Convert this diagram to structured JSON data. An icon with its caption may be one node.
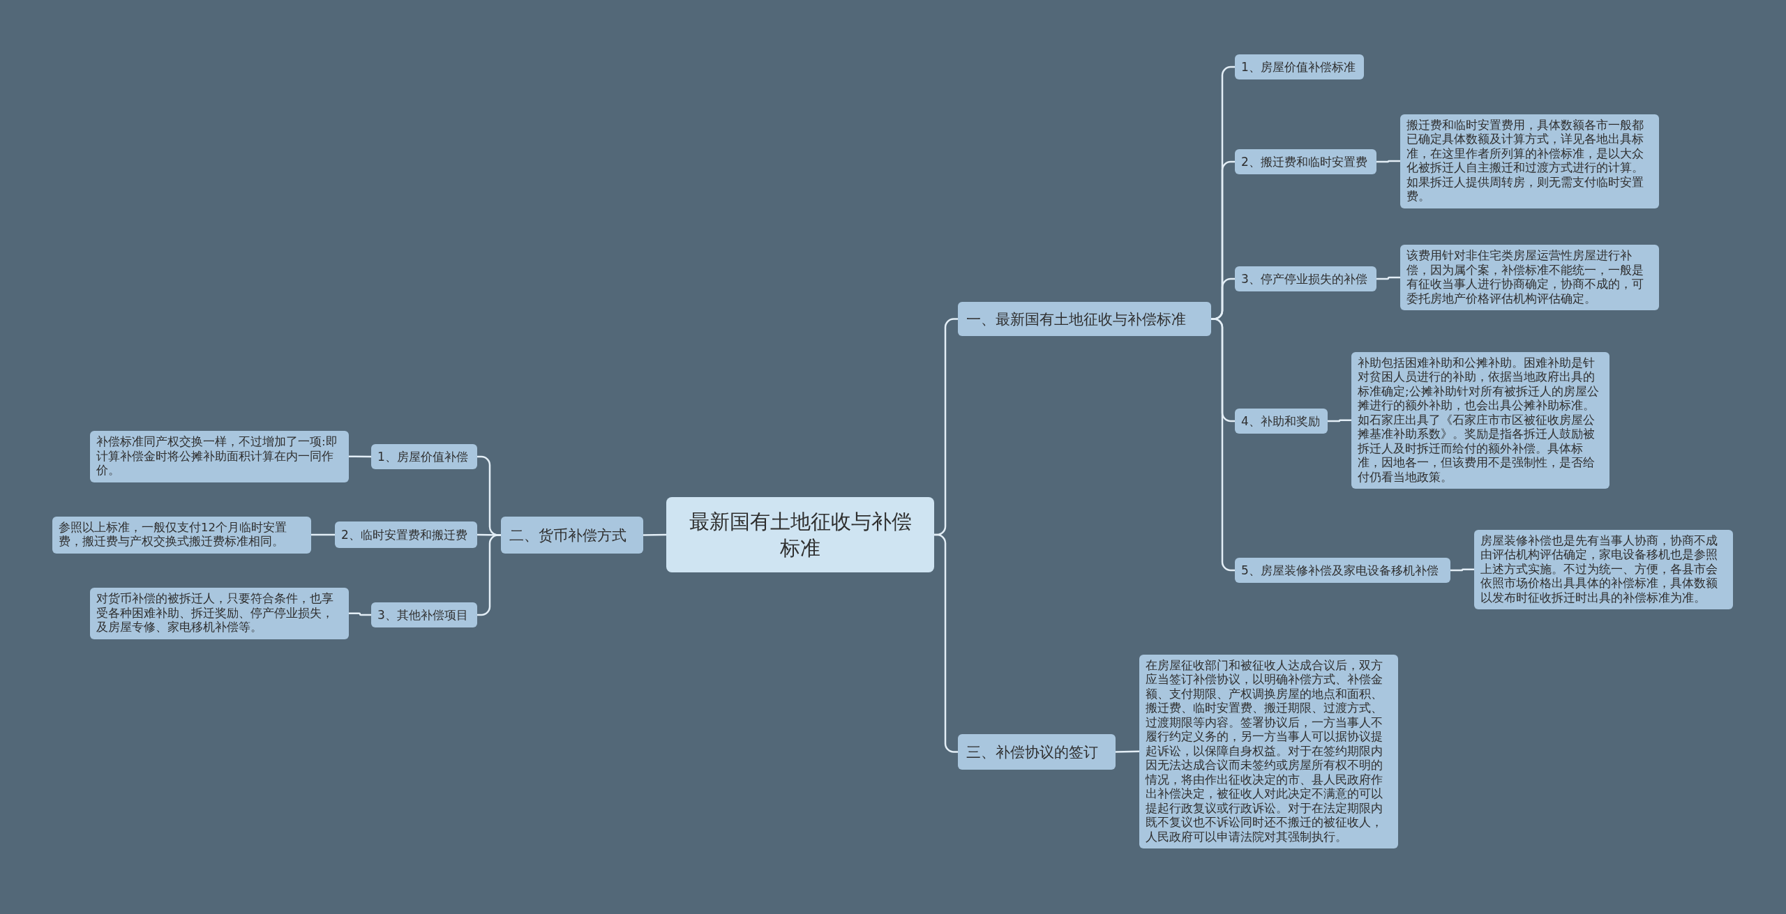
{
  "diagram": {
    "nodes": [
      {
        "text": [
          "最新国有土地征收与补偿标准"
        ]
      },
      {
        "text": [
          "一、最新国有土地征收与补偿标准"
        ]
      },
      {
        "text": [
          "1、房屋价值补偿标准"
        ]
      },
      {
        "text": [
          "2、搬迁费和临时安置费"
        ]
      },
      {
        "text": [
          "搬迁费和临时安置费用，具体数额各市一般都已确定具体数额及计算方式，详见各地出具标准，在这里作者所列算的补偿标准，是以大众化被拆迁人自主搬迁和过渡方式进行的计算。如果拆迁人提供周转房，则无需支付临时安置费。"
        ]
      },
      {
        "text": [
          "3、停产停业损失的补偿"
        ]
      },
      {
        "text": [
          "该费用针对非住宅类房屋运营性房屋进行补偿，因为属个案，补偿标准不能统一，一般是有征收当事人进行协商确定，协商不成的，可委托房地产价格评估机构评估确定。"
        ]
      },
      {
        "text": [
          "4、补助和奖励"
        ]
      },
      {
        "text": [
          "补助包括困难补助和公摊补助。困难补助是针对贫困人员进行的补助，依据当地政府出具的标准确定;公摊补助针对所有被拆迁人的房屋公摊进行的额外补助，也会出具公摊补助标准。如石家庄出具了《石家庄市市区被征收房屋公摊基准补助系数》。奖励是指各拆迁人鼓励被拆迁人及时拆迁而给付的额外补偿。具体标准，因地各一，但该费用不是强制性，是否给付仍看当地政策。"
        ]
      },
      {
        "text": [
          "5、房屋装修补偿及家电设备移机补偿"
        ]
      },
      {
        "text": [
          "房屋装修补偿也是先有当事人协商，协商不成由评估机构评估确定，家电设备移机也是参照上述方式实施。不过为统一、方便，各县市会依照市场价格出具具体的补偿标准，具体数额以发布时征收拆迁时出具的补偿标准为准。"
        ]
      },
      {
        "text": [
          "三、补偿协议的签订"
        ]
      },
      {
        "text": [
          "在房屋征收部门和被征收人达成合议后，双方应当签订补偿协议，以明确补偿方式、补偿金额、支付期限、产权调换房屋的地点和面积、搬迁费、临时安置费、搬迁期限、过渡方式、过渡期限等内容。签署协议后，一方当事人不履行约定义务的，另一方当事人可以据协议提起诉讼，以保障自身权益。对于在签约期限内因无法达成合议而未签约或房屋所有权不明的情况，将由作出征收决定的市、县人民政府作出补偿决定，被征收人对此决定不满意的可以提起行政复议或行政诉讼。对于在法定期限内既不复议也不诉讼同时还不搬迁的被征收人，人民政府可以申请法院对其强制执行。"
        ]
      },
      {
        "text": [
          "二、货币补偿方式"
        ]
      },
      {
        "text": [
          "1、房屋价值补偿"
        ]
      },
      {
        "text": [
          "补偿标准同产权交换一样，不过增加了一项:即计算补偿金时将公摊补助面积计算在内一同作价。"
        ]
      },
      {
        "text": [
          "2、临时安置费和搬迁费"
        ]
      },
      {
        "text": [
          "参照以上标准，一般仅支付12个月临时安置费，搬迁费与产权交换式搬迁费标准相同。"
        ]
      },
      {
        "text": [
          "3、其他补偿项目"
        ]
      },
      {
        "text": [
          "对货币补偿的被拆迁人，只要符合条件，也享受各种困难补助、拆迁奖励、停产停业损失，及房屋专修、家电移机补偿等。"
        ]
      }
    ],
    "edges": [
      {
        "from": 0,
        "to": 1,
        "arrow": "none"
      },
      {
        "from": 1,
        "to": 2,
        "arrow": "none"
      },
      {
        "from": 1,
        "to": 3,
        "arrow": "none"
      },
      {
        "from": 3,
        "to": 4,
        "arrow": "none"
      },
      {
        "from": 1,
        "to": 5,
        "arrow": "none"
      },
      {
        "from": 5,
        "to": 6,
        "arrow": "none"
      },
      {
        "from": 1,
        "to": 7,
        "arrow": "none"
      },
      {
        "from": 7,
        "to": 8,
        "arrow": "none"
      },
      {
        "from": 1,
        "to": 9,
        "arrow": "none"
      },
      {
        "from": 9,
        "to": 10,
        "arrow": "none"
      },
      {
        "from": 0,
        "to": 11,
        "arrow": "none"
      },
      {
        "from": 11,
        "to": 12,
        "arrow": "none"
      },
      {
        "from": 0,
        "to": 13,
        "arrow": "none"
      },
      {
        "from": 13,
        "to": 14,
        "arrow": "none"
      },
      {
        "from": 14,
        "to": 15,
        "arrow": "none"
      },
      {
        "from": 13,
        "to": 16,
        "arrow": "none"
      },
      {
        "from": 16,
        "to": 17,
        "arrow": "none"
      },
      {
        "from": 13,
        "to": 18,
        "arrow": "none"
      },
      {
        "from": 18,
        "to": 19,
        "arrow": "none"
      }
    ]
  }
}
